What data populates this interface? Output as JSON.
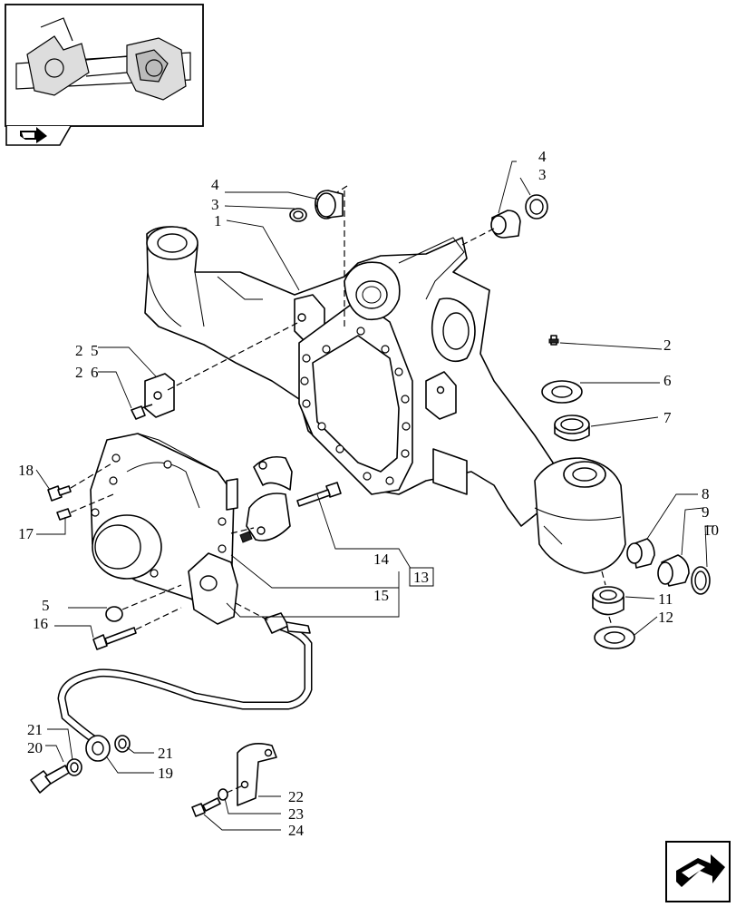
{
  "callouts": [
    {
      "id": "c4a",
      "text": "4"
    },
    {
      "id": "c3a",
      "text": "3"
    },
    {
      "id": "c1",
      "text": "1"
    },
    {
      "id": "c4b",
      "text": "4"
    },
    {
      "id": "c3b",
      "text": "3"
    },
    {
      "id": "c2a",
      "text": "2"
    },
    {
      "id": "c5a",
      "text": "5"
    },
    {
      "id": "c2b",
      "text": "2"
    },
    {
      "id": "c6a",
      "text": "6"
    },
    {
      "id": "c2c",
      "text": "2"
    },
    {
      "id": "c6b",
      "text": "6"
    },
    {
      "id": "c7",
      "text": "7"
    },
    {
      "id": "c8",
      "text": "8"
    },
    {
      "id": "c9",
      "text": "9"
    },
    {
      "id": "c10",
      "text": "10"
    },
    {
      "id": "c11",
      "text": "11"
    },
    {
      "id": "c12",
      "text": "12"
    },
    {
      "id": "c18",
      "text": "18"
    },
    {
      "id": "c17",
      "text": "17"
    },
    {
      "id": "c14",
      "text": "14"
    },
    {
      "id": "c13",
      "text": "13"
    },
    {
      "id": "c15",
      "text": "15"
    },
    {
      "id": "c5b",
      "text": "5"
    },
    {
      "id": "c16",
      "text": "16"
    },
    {
      "id": "c21a",
      "text": "21"
    },
    {
      "id": "c20",
      "text": "20"
    },
    {
      "id": "c21b",
      "text": "21"
    },
    {
      "id": "c19",
      "text": "19"
    },
    {
      "id": "c22",
      "text": "22"
    },
    {
      "id": "c23",
      "text": "23"
    },
    {
      "id": "c24",
      "text": "24"
    }
  ],
  "icons": {
    "thumbnail": "axle-assembly-thumbnail",
    "back": "back-arrow-icon",
    "next": "next-page-arrow-icon"
  }
}
